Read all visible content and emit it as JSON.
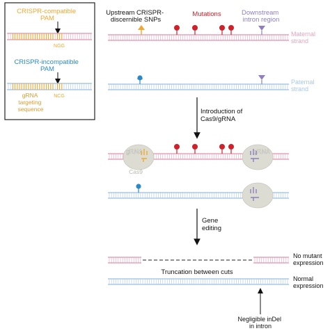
{
  "inset": {
    "compatible_pam_label": [
      "CRISPR-compatible",
      "PAM"
    ],
    "compatible_pam_seq": "NGG",
    "incompatible_pam_label": [
      "CRISPR-incompatible",
      "PAM"
    ],
    "incompatible_pam_seq": "NCG",
    "grna_label": [
      "gRNA",
      "targeting",
      "sequence"
    ]
  },
  "headers": {
    "upstream_snps": [
      "Upstream CRISPR-",
      "discernible SNPs"
    ],
    "mutations": "Mutations",
    "downstream": [
      "Downstream",
      "intron region"
    ]
  },
  "strands": {
    "maternal": [
      "Maternal",
      "strand"
    ],
    "paternal": [
      "Paternal",
      "strand"
    ]
  },
  "steps": {
    "step1": [
      "Introduction of",
      "Cas9/gRNA"
    ],
    "step2": [
      "Gene",
      "editing"
    ]
  },
  "complex": {
    "grna": "gRNA",
    "cas9": "Cas9"
  },
  "outcomes": {
    "truncation": "Truncation between cuts",
    "no_mutant": [
      "No mutant",
      "expression"
    ],
    "normal": [
      "Normal",
      "expression"
    ],
    "negligible": [
      "Negligible inDel",
      "in intron"
    ]
  },
  "colors": {
    "maternal": "#e8a3b8",
    "paternal": "#a9c8e8",
    "pam_orange": "#f0a830",
    "pam_blue": "#2a8ac8",
    "mutation_red": "#d0202a",
    "purple": "#8f7ec0",
    "cas9_gray": "#dcdcd2",
    "inset_border": "#222222"
  }
}
